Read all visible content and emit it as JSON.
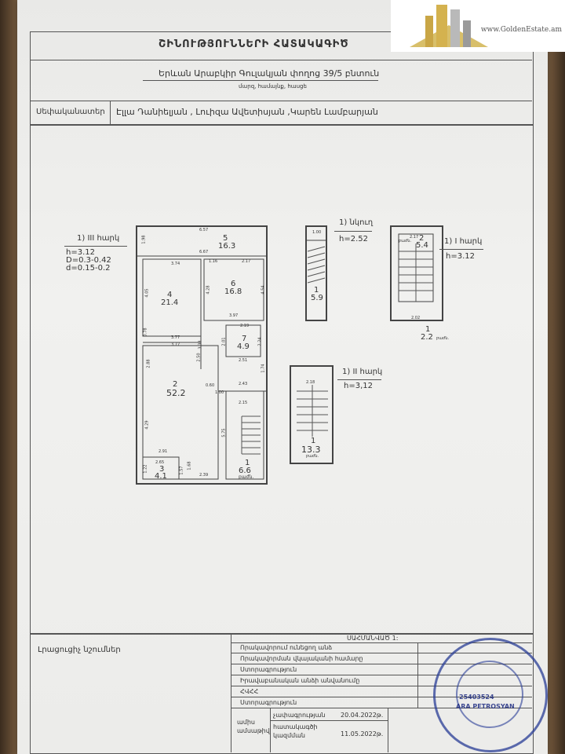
{
  "document": {
    "title": "ՇԻՆՈՒԹՅՈՒՆՆԵՐԻ ՀԱՏԱԿԱԳԻԾ",
    "address": "Երևան Արաբկիր Գուլակյան փողոց 39/5 բնտուն",
    "address_caption": "մարզ, համայնք, հասցե",
    "owners_label": "Սեփականատեր",
    "owners": "Էլլա Դանիելյան , Լուիզա Ավետիսյան ,Կարեն Լամբարյան"
  },
  "logo": {
    "site": "www.GoldenEstate.am",
    "colors": {
      "gold": "#c9a646",
      "gray": "#9a9a9a"
    }
  },
  "floors": {
    "third": {
      "label": "1) III հարկ",
      "h": "h=3.12",
      "D": "D=0.3-0.42",
      "d": "d=0.15-0.2",
      "rooms": [
        {
          "num": "5",
          "area": "16.3"
        },
        {
          "num": "4",
          "area": "21.4"
        },
        {
          "num": "6",
          "area": "16.8"
        },
        {
          "num": "7",
          "area": "4.9"
        },
        {
          "num": "2",
          "area": "52.2"
        },
        {
          "num": "3",
          "area": "4.1"
        },
        {
          "num": "1",
          "area": "6.6",
          "unit": "բաժն."
        }
      ],
      "dims": [
        "6.57",
        "1.98",
        "6.67",
        "3.74",
        "1.16",
        "2.17",
        "4.05",
        "4.28",
        "4.54",
        "3.97",
        "2.19",
        "0.78",
        "3.77",
        "3.77",
        "3.33",
        "2.01",
        "2.24",
        "2.51",
        "2.88",
        "2.50",
        "0.60",
        "1.00",
        "2.43",
        "1.74",
        "2.15",
        "4.29",
        "5.75",
        "2.91",
        "2.65",
        "1.22",
        "1.57",
        "1.68",
        "2.39"
      ]
    },
    "basement": {
      "label": "1) նկուղ",
      "h": "h=2.52",
      "room": {
        "num": "1",
        "area": "5.9"
      },
      "dims": [
        "1.00"
      ]
    },
    "first": {
      "label": "1) I հարկ",
      "h": "h=3.12",
      "rooms": [
        {
          "num": "2",
          "area": "5.4",
          "unit": "բաժն."
        },
        {
          "num": "1",
          "area": "2.2",
          "unit": "բաժն."
        }
      ],
      "dims": [
        "2.17",
        "2.02"
      ]
    },
    "second": {
      "label": "1) II հարկ",
      "h": "h=3,12",
      "room": {
        "num": "1",
        "area": "13.3",
        "unit": "բաժն."
      },
      "dims": [
        "2.18"
      ]
    }
  },
  "footer": {
    "notes_label": "Լրացուցիչ նշումներ",
    "table_title": "ՍԱՀՄԱՆՎԱԾ 1:",
    "rows": [
      {
        "label": "Որակավորում ունեցող անձ",
        "value": ""
      },
      {
        "label": "Որակավորման վկայականի համարը",
        "value": ""
      },
      {
        "label": "Ստորագրություն",
        "value": ""
      },
      {
        "label": "Իրավաբանական անձի անվանումը",
        "value": ""
      },
      {
        "label": "ՀՎՀՀ",
        "value": ""
      },
      {
        "label": "Ստորագրություն",
        "value": ""
      }
    ],
    "date_block_label": "ամիս ամսաթիվ",
    "measure_label": "չափագրության",
    "measure_date": "20.04.2022թ.",
    "made_label": "հատակագծի կազմման",
    "made_date": "11.05.2022թ."
  },
  "stamp": {
    "name": "ARA PETROSYAN",
    "code": "25403524"
  }
}
